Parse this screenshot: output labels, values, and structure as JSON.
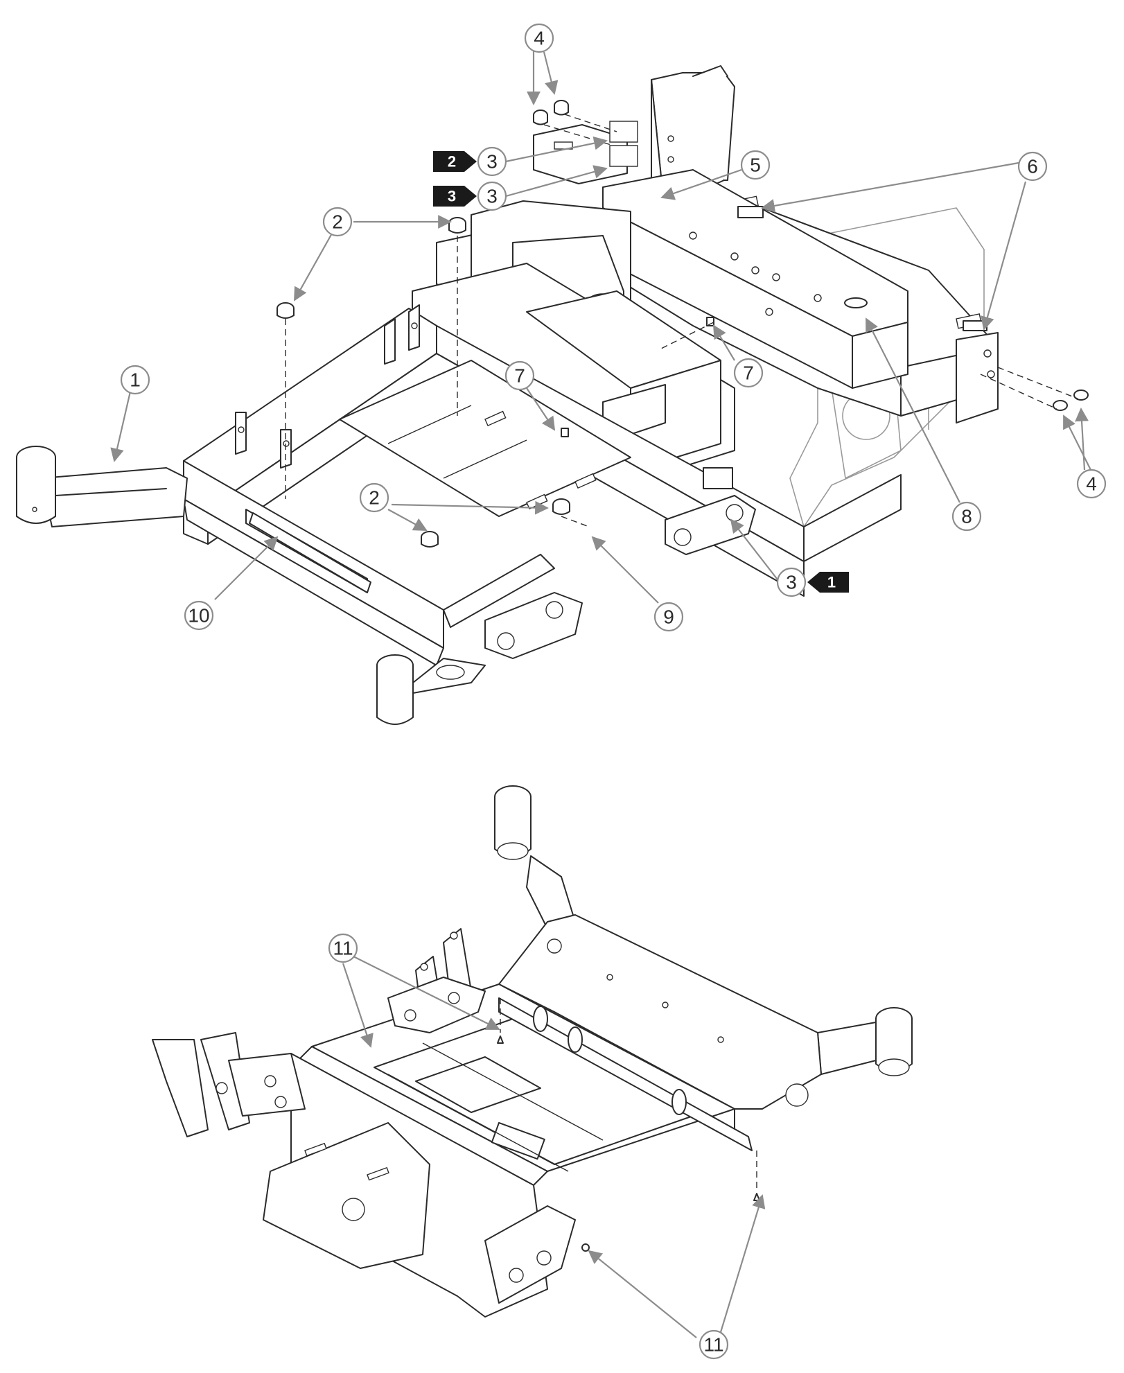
{
  "callouts": {
    "c1": "1",
    "c2a": "2",
    "c2b": "2",
    "c3a": "3",
    "c3b": "3",
    "c3c": "3",
    "c4a": "4",
    "c4b": "4",
    "c5": "5",
    "c6": "6",
    "c7a": "7",
    "c7b": "7",
    "c8": "8",
    "c9": "9",
    "c10": "10",
    "c11a": "11",
    "c11b": "11"
  },
  "reference_tags": {
    "r1": "1",
    "r2": "2",
    "r3": "3"
  },
  "colors": {
    "line": "#2b2b2b",
    "leader": "#8c8c8c",
    "tag": "#1a1a1a"
  }
}
